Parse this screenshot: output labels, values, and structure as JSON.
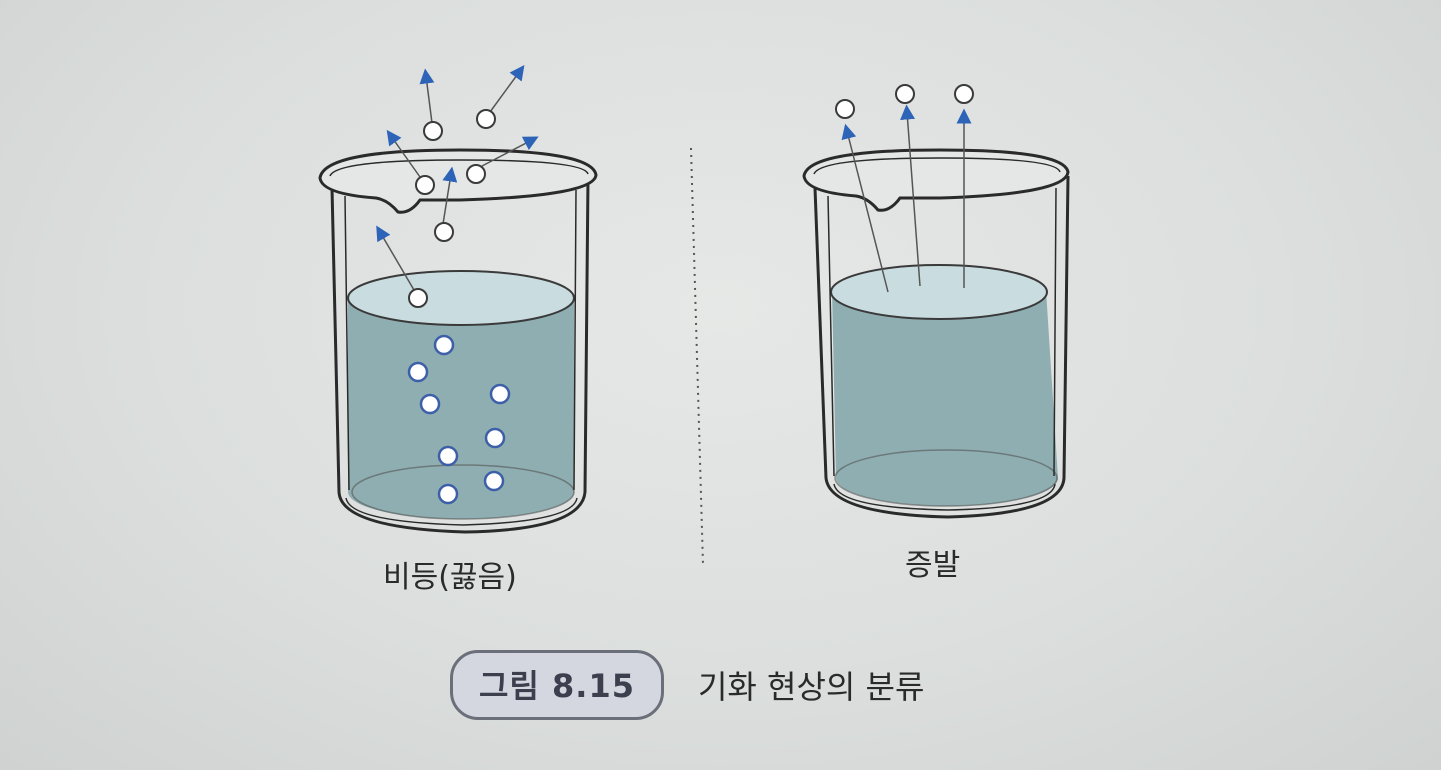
{
  "beakers": {
    "boiling": {
      "label": "비등(끓음)"
    },
    "evaporation": {
      "label": "증발"
    }
  },
  "caption": {
    "figure_number": "그림 8.15",
    "title": "기화 현상의 분류"
  },
  "colors": {
    "water_body": "#8faeb1",
    "water_surface": "#c9dce0",
    "arrow": "#2d64b8",
    "outline": "#2a2a2a"
  }
}
